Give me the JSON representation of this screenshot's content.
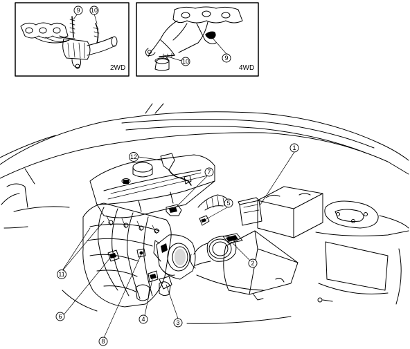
{
  "insets": {
    "left_label": "2WD",
    "right_label": "4WD"
  },
  "callouts": {
    "c1": "1",
    "c2": "2",
    "c3": "3",
    "c4": "4",
    "c5": "5",
    "c6": "6",
    "c7": "7",
    "c8": "8",
    "c9_2wd": "9",
    "c10_2wd": "10",
    "c9_4wd": "9",
    "c10_4wd": "10",
    "c11": "11",
    "c12": "12"
  }
}
